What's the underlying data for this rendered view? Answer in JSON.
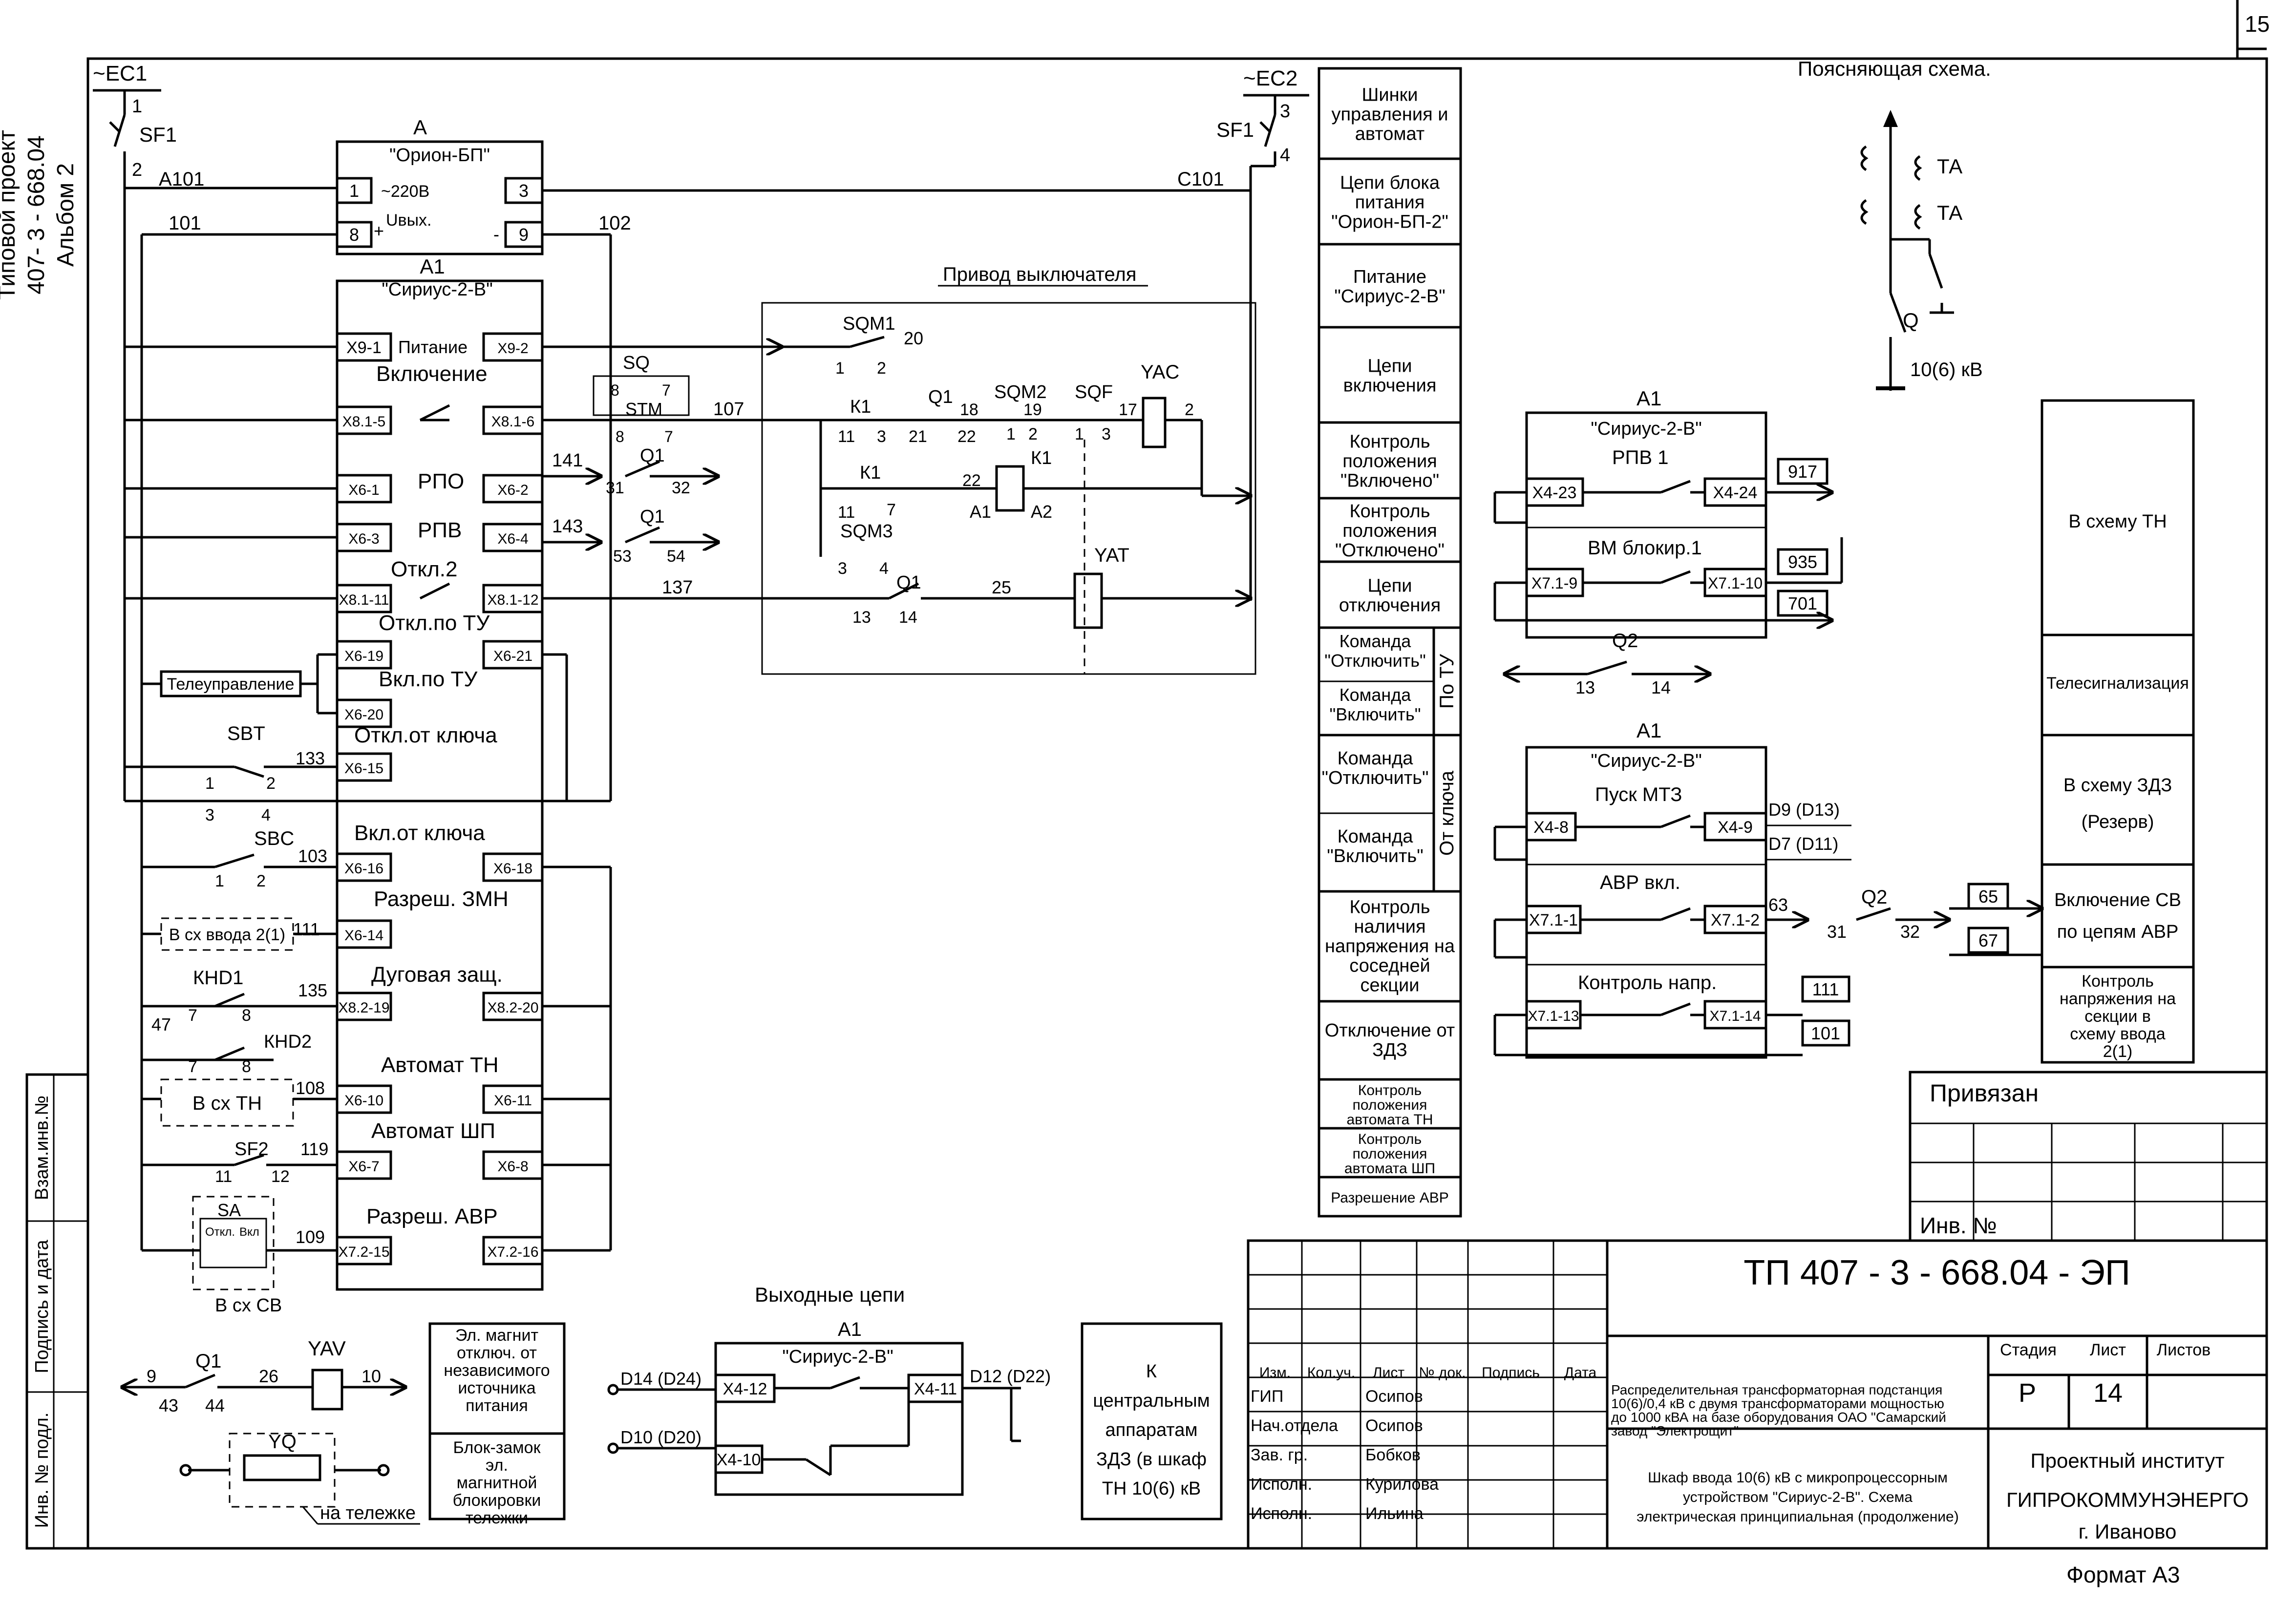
{
  "sheet": {
    "page_no": "15",
    "format": "Формат А3"
  },
  "left_margin": {
    "line1": "Типовой проект",
    "line2": "407- 3 - 668.04",
    "line3": "Альбом 2",
    "stamp": [
      "Инв. № подл.",
      "Подпись и дата",
      "Взам.инв.№"
    ]
  },
  "power": {
    "ec1": "~ЕС1",
    "ec2": "~ЕС2",
    "sf1": "SF1",
    "n1": "1",
    "n2": "2",
    "n3": "3",
    "n4": "4",
    "a101": "А101",
    "c101": "С101",
    "w101": "101",
    "w102": "102"
  },
  "psu": {
    "ref": "А",
    "name": "\"Орион-БП\"",
    "t1": "1",
    "t3": "3",
    "t8": "8",
    "t9": "9",
    "v220": "~220В",
    "vout": "Uвых.",
    "plus": "+",
    "minus": "-"
  },
  "a1_main": {
    "ref": "А1",
    "name": "\"Сириус-2-В\"",
    "rows": [
      {
        "l": "Х9-1",
        "label": "Питание",
        "r": "Х9-2"
      },
      {
        "l": "Х8.1-5",
        "label": "Включение",
        "r": "Х8.1-6"
      },
      {
        "l": "Х6-1",
        "label": "РПО",
        "r": "Х6-2"
      },
      {
        "l": "Х6-3",
        "label": "РПВ",
        "r": "Х6-4"
      },
      {
        "l": "Х8.1-11",
        "label": "Откл.2",
        "r": "Х8.1-12"
      },
      {
        "l": "Х6-19",
        "label": "Откл.по ТУ",
        "r": "Х6-21"
      },
      {
        "l": "Х6-20",
        "label": "Вкл.по ТУ",
        "r": ""
      },
      {
        "l": "Х6-15",
        "label": "Откл.от ключа",
        "r": ""
      },
      {
        "l": "Х6-16",
        "label": "Вкл.от ключа",
        "r": "Х6-18"
      },
      {
        "l": "Х6-14",
        "label": "Разреш. ЗМН",
        "r": ""
      },
      {
        "l": "Х8.2-19",
        "label": "Дуговая защ.",
        "r": "Х8.2-20"
      },
      {
        "l": "Х6-10",
        "label": "Автомат ТН",
        "r": "Х6-11"
      },
      {
        "l": "Х6-7",
        "label": "Автомат ШП",
        "r": "Х6-8"
      },
      {
        "l": "Х7.2-15",
        "label": "Разреш. АВР",
        "r": "Х7.2-16"
      }
    ]
  },
  "left_devices": {
    "sq": "SQ",
    "stm": "STM",
    "q1": "Q1",
    "tele": "Телеуправление",
    "sbt": "SBT",
    "sbc": "SBC",
    "zmn": "В сх ввода 2(1)",
    "khd1": "КНD1",
    "khd2": "КНD2",
    "vth": "В сх ТН",
    "sf2": "SF2",
    "sa": "SA",
    "sa_off": "Откл.",
    "sa_on": "Вкл",
    "vsv": "В сх СВ",
    "wires": {
      "w107": "107",
      "w141": "141",
      "w143": "143",
      "w137": "137",
      "w133": "133",
      "w103": "103",
      "w111": "111",
      "w135": "135",
      "w108": "108",
      "w119": "119",
      "w109": "109",
      "w47": "47"
    },
    "nums": {
      "n31": "31",
      "n32": "32",
      "n53": "53",
      "n54": "54",
      "n8": "8",
      "n7": "7",
      "n11": "11",
      "n12": "12",
      "n1": "1",
      "n2": "2",
      "n3": "3",
      "n4": "4"
    }
  },
  "drive": {
    "title": "Привод выключателя",
    "sqm1": "SQM1",
    "sqm2": "SQM2",
    "sqm3": "SQM3",
    "sqf": "SQF",
    "k1": "К1",
    "q1": "Q1",
    "yac": "YAC",
    "yat": "YAT",
    "a1": "А1",
    "a2": "А2",
    "nums": {
      "n20": "20",
      "n1": "1",
      "n2": "2",
      "n11": "11",
      "n3": "3",
      "n21": "21",
      "n18": "18",
      "n22": "22",
      "n19": "19",
      "n17": "17",
      "n7": "7",
      "n4": "4",
      "n13": "13",
      "n14": "14",
      "n25": "25"
    }
  },
  "labels_col": {
    "upper": [
      "Шинки управления и автомат",
      "Цепи блока питания \"Орион-БП-2\"",
      "Питание \"Сириус-2-В\"",
      "Цепи включения",
      "Контроль положения \"Включено\"",
      "Контроль положения \"Отключено\"",
      "Цепи отключения"
    ],
    "tu": [
      "Команда \"Отключить\"",
      "Команда \"Включить\""
    ],
    "tu_side": "По ТУ",
    "key": [
      "Команда \"Отключить\"",
      "Команда \"Включить\""
    ],
    "key_side": "От ключа",
    "lower": [
      "Контроль наличия напряжения на соседней секции",
      "Отключение от ЗДЗ",
      "Контроль положения автомата ТН",
      "Контроль положения автомата ШП",
      "Разрешение АВР"
    ]
  },
  "explain": {
    "title": "Поясняющая схема.",
    "ta": "ТА",
    "q": "Q",
    "kv": "10(6) кВ"
  },
  "right_a1_top": {
    "ref": "А1",
    "name": "\"Сириус-2-В\"",
    "rpv": "РПВ 1",
    "x423": "Х4-23",
    "x424": "Х4-24",
    "w917": "917",
    "vm": "ВМ блокир.1",
    "x719": "Х7.1-9",
    "x7110": "Х7.1-10",
    "w935": "935",
    "w701": "701",
    "q2": "Q2",
    "n13": "13",
    "n14": "14"
  },
  "right_a1_bot": {
    "ref": "А1",
    "name": "\"Сириус-2-В\"",
    "pusk": "Пуск МТЗ",
    "x48": "Х4-8",
    "x49": "Х4-9",
    "d9": "D9 (D13)",
    "d7": "D7 (D11)",
    "avr": "АВР вкл.",
    "x711": "Х7.1-1",
    "x712": "Х7.1-2",
    "w63": "63",
    "q2": "Q2",
    "n31": "31",
    "n32": "32",
    "w65": "65",
    "w67": "67",
    "kn": "Контроль напр.",
    "x7113": "Х7.1-13",
    "x7114": "Х7.1-14",
    "w111": "111",
    "w101": "101"
  },
  "right_labels": [
    "В схему ТН",
    "Телесигнализация",
    "В схему ЗДЗ",
    "(Резерв)",
    "Включение СВ",
    "по цепям АВР",
    "Контроль напряжения на секции в схему ввода 2(1)"
  ],
  "bottom_left": {
    "q1": "Q1",
    "yav": "YAV",
    "n9": "9",
    "n26": "26",
    "n10": "10",
    "n43": "43",
    "n44": "44",
    "yq": "YQ",
    "cart": "на тележке",
    "em": "Эл. магнит отключ. от независимого источника питания",
    "lock": "Блок-замок эл. магнитной блокировки тележки"
  },
  "outputs": {
    "title": "Выходные цепи",
    "ref": "А1",
    "name": "\"Сириус-2-В\"",
    "d14": "D14 (D24)",
    "x412": "Х4-12",
    "x411": "Х4-11",
    "d12": "D12 (D22)",
    "d10": "D10 (D20)",
    "x410": "Х4-10",
    "zdz": "К центральным аппаратам ЗДЗ (в шкаф ТН 10(6) кВ"
  },
  "title_block": {
    "privyazan": "Привязан",
    "inv": "Инв. №",
    "code": "ТП 407 - 3 - 668.04 - ЭП",
    "hdr": [
      "Изм.",
      "Кол.уч.",
      "Лист",
      "№ док.",
      "Подпись",
      "Дата"
    ],
    "people": [
      {
        "role": "ГИП",
        "name": "Осипов"
      },
      {
        "role": "Нач.отдела",
        "name": "Осипов"
      },
      {
        "role": "Зав. гр.",
        "name": "Бобков"
      },
      {
        "role": "Исполн.",
        "name": "Курилова"
      },
      {
        "role": "Исполн.",
        "name": "Ильина"
      }
    ],
    "desc": "Распределительная трансформаторная подстанция 10(6)/0,4 кВ с двумя трансформаторами мощностью до 1000 кВА на базе оборудования ОАО \"Самарский завод \"Электрощит\"",
    "subdesc": "Шкаф ввода 10(6) кВ с микропроцессорным устройством \"Сириус-2-В\". Схема электрическая принципиальная (продолжение)",
    "stage_h": "Стадия",
    "sheet_h": "Лист",
    "sheets_h": "Листов",
    "stage": "Р",
    "sheet": "14",
    "org1": "Проектный институт",
    "org2": "ГИПРОКОММУНЭНЕРГО",
    "org3": "г. Иваново"
  }
}
